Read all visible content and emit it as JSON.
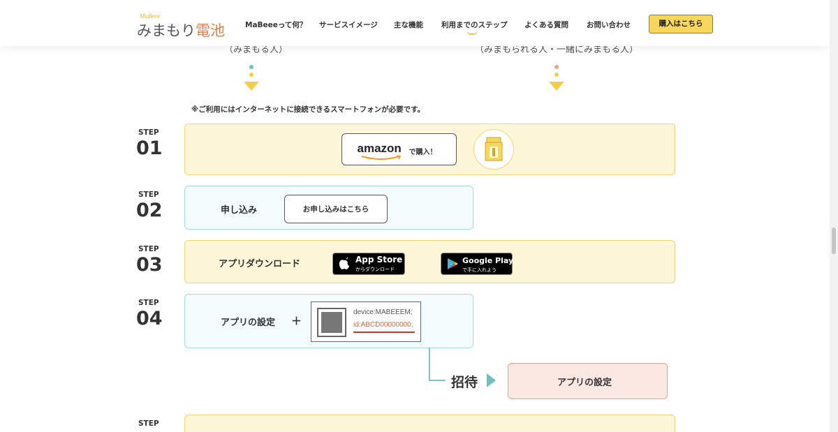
{
  "header": {
    "logo_tag": "MaBeee",
    "logo_main": "みまもり",
    "logo_accent": "電池",
    "nav": [
      {
        "label": "MaBeeeって何？",
        "name": "nav-what-is-mabeee"
      },
      {
        "label": "サービスイメージ",
        "name": "nav-service-image"
      },
      {
        "label": "主な機能",
        "name": "nav-main-features"
      },
      {
        "label": "利用までのステップ",
        "name": "nav-steps"
      },
      {
        "label": "よくある質問",
        "name": "nav-faq"
      },
      {
        "label": "お問い合わせ",
        "name": "nav-contact"
      }
    ],
    "cta_label": "購入はこちら"
  },
  "roles": {
    "left": "（みまもる人）",
    "right": "（みまもられる人・一緒にみまもる人）"
  },
  "note": "※ご利用にはインターネットに接続できるスマートフォンが必要です。",
  "step_word": "STEP",
  "steps": [
    {
      "num": "01",
      "amazon_logo": "amazon",
      "amazon_suffix": "で購入！",
      "product_icon": "battery-box-icon"
    },
    {
      "num": "02",
      "label": "申し込み",
      "button": "お申し込みはこちら"
    },
    {
      "num": "03",
      "label": "アプリダウンロード",
      "app_store_main": "App Store",
      "app_store_sub": "からダウンロード",
      "google_play_main": "Google Play",
      "google_play_sub": "で手に入れよう"
    },
    {
      "num": "04",
      "label": "アプリの設定",
      "plus": "＋",
      "qr_line1": "device:MABEEEM;",
      "qr_line2": "id:ABCD00000000;",
      "invite": "招待",
      "invite_target": "アプリの設定"
    }
  ],
  "colors": {
    "accent_yellow": "#f6d65c",
    "step_yellow": "#fdf6d8",
    "step_cyan": "#f3fbfc",
    "step_pink": "#fce8e3",
    "teal": "#6fbfba",
    "orange": "#e0814f"
  },
  "icons": {
    "apple": "apple-icon",
    "google_play": "google-play-icon",
    "qr": "qr-code-icon"
  }
}
